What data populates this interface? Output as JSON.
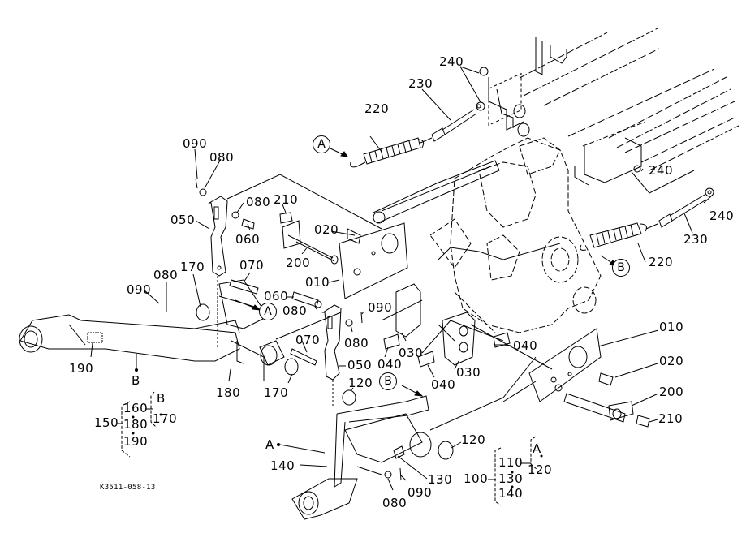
{
  "diagram": {
    "type": "exploded parts diagram",
    "drawing_code": "K3511-058-13",
    "colors": {
      "line": "#000000",
      "background": "#ffffff"
    },
    "callouts": [
      {
        "id": "090",
        "label": "090"
      },
      {
        "id": "080",
        "label": "080"
      },
      {
        "id": "050",
        "label": "050"
      },
      {
        "id": "080b",
        "label": "080"
      },
      {
        "id": "210a",
        "label": "210"
      },
      {
        "id": "060",
        "label": "060"
      },
      {
        "id": "020a",
        "label": "020"
      },
      {
        "id": "200a",
        "label": "200"
      },
      {
        "id": "010a",
        "label": "010"
      },
      {
        "id": "070",
        "label": "070"
      },
      {
        "id": "170",
        "label": "170"
      },
      {
        "id": "080c",
        "label": "080"
      },
      {
        "id": "090b",
        "label": "090"
      },
      {
        "id": "060b",
        "label": "060"
      },
      {
        "id": "080d",
        "label": "080"
      },
      {
        "id": "090c",
        "label": "090"
      },
      {
        "id": "070b",
        "label": "070"
      },
      {
        "id": "080e",
        "label": "080"
      },
      {
        "id": "050b",
        "label": "050"
      },
      {
        "id": "040a",
        "label": "040"
      },
      {
        "id": "030a",
        "label": "030"
      },
      {
        "id": "040b",
        "label": "040"
      },
      {
        "id": "030b",
        "label": "030"
      },
      {
        "id": "040c",
        "label": "040"
      },
      {
        "id": "190",
        "label": "190"
      },
      {
        "id": "180",
        "label": "180"
      },
      {
        "id": "170b",
        "label": "170"
      },
      {
        "id": "120a",
        "label": "120"
      },
      {
        "id": "120b",
        "label": "120"
      },
      {
        "id": "140",
        "label": "140"
      },
      {
        "id": "130",
        "label": "130"
      },
      {
        "id": "090d",
        "label": "090"
      },
      {
        "id": "080f",
        "label": "080"
      },
      {
        "id": "220a",
        "label": "220"
      },
      {
        "id": "230a",
        "label": "230"
      },
      {
        "id": "240a",
        "label": "240"
      },
      {
        "id": "240b",
        "label": "240"
      },
      {
        "id": "240c",
        "label": "240"
      },
      {
        "id": "230b",
        "label": "230"
      },
      {
        "id": "220b",
        "label": "220"
      },
      {
        "id": "010b",
        "label": "010"
      },
      {
        "id": "020b",
        "label": "020"
      },
      {
        "id": "200b",
        "label": "200"
      },
      {
        "id": "210b",
        "label": "210"
      }
    ],
    "reference_marks": [
      {
        "id": "A1",
        "label": "A"
      },
      {
        "id": "A2",
        "label": "A"
      },
      {
        "id": "B1",
        "label": "B"
      },
      {
        "id": "B2",
        "label": "B"
      }
    ],
    "point_labels": {
      "b_point": "B",
      "a_point": "A"
    },
    "assemblies": [
      {
        "parent": "150",
        "children": [
          "160",
          "180",
          "190"
        ],
        "sub_group": {
          "ref": "B",
          "item": "170"
        }
      },
      {
        "parent": "100",
        "children": [
          "110",
          "130",
          "140"
        ],
        "sub_group": {
          "ref": "A",
          "item": "120"
        }
      }
    ]
  }
}
